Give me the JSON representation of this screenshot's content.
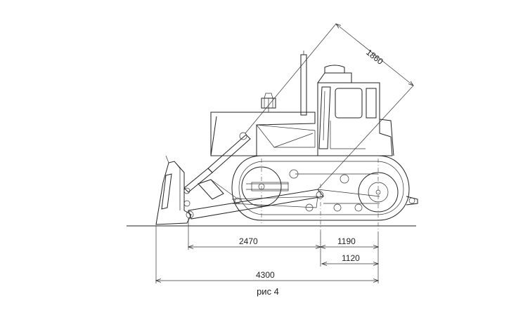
{
  "dimensions": {
    "d1860": "1860",
    "d2470": "2470",
    "d1190": "1190",
    "d1120": "1120",
    "d4300": "4300"
  },
  "caption": "рис 4"
}
